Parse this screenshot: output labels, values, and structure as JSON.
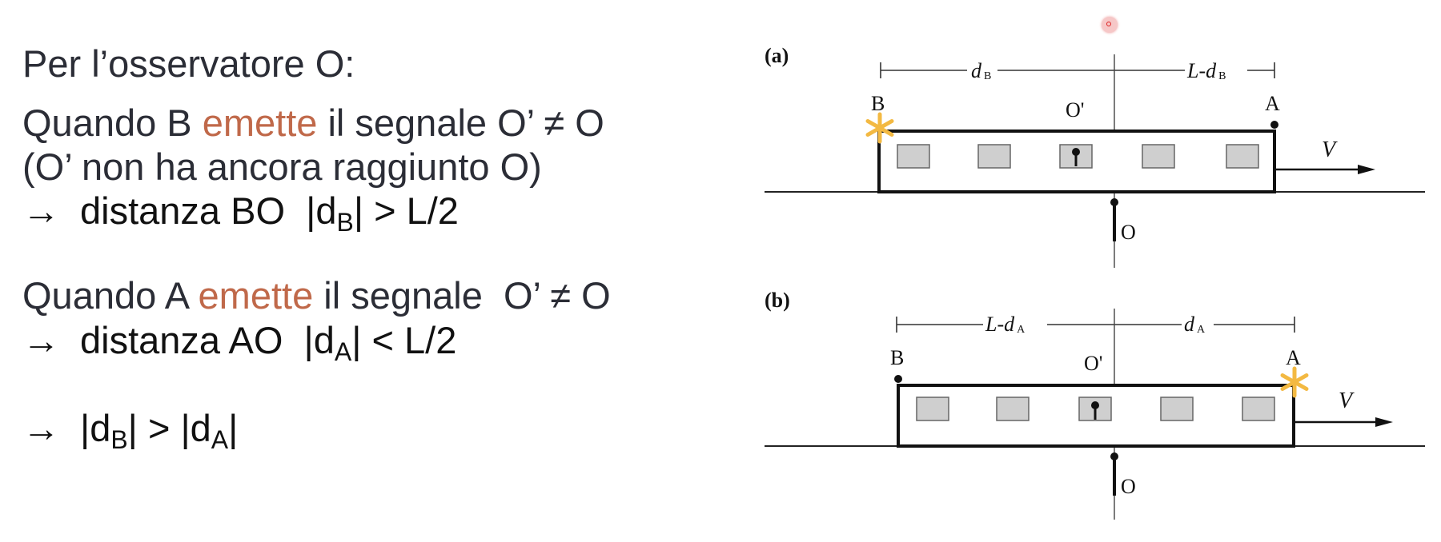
{
  "text": {
    "observer_heading": "Per l’osservatore O:",
    "case_b": {
      "line1_pre": "Quando B ",
      "line1_accent": "emette",
      "line1_post": " il segnale O’ ≠ O",
      "line2": "(O’ non ha ancora raggiunto O)",
      "arrow": "→",
      "line3_pre": "distanza BO  |d",
      "line3_sub": "B",
      "line3_post": "| > L/2"
    },
    "case_a": {
      "line1_pre": "Quando A ",
      "line1_accent": "emette",
      "line1_post": " il segnale  O’ ≠ O",
      "arrow": "→",
      "line2_pre": "distanza AO  |d",
      "line2_sub": "A",
      "line2_post": "| < L/2"
    },
    "conclusion": {
      "arrow": "→",
      "pre": "|d",
      "sub1": "B",
      "mid": "| > |d",
      "sub2": "A",
      "post": "|"
    }
  },
  "figure": {
    "panel_a": {
      "label": "(a)",
      "dim_left": "d",
      "dim_left_sub": "B",
      "dim_right": "L-d",
      "dim_right_sub": "B",
      "point_b": "B",
      "point_a": "A",
      "observer_moving": "O'",
      "observer_ground": "O",
      "velocity": "V",
      "emitter": "B"
    },
    "panel_b": {
      "label": "(b)",
      "dim_left": "L-d",
      "dim_left_sub": "A",
      "dim_right": "d",
      "dim_right_sub": "A",
      "point_b": "B",
      "point_a": "A",
      "observer_moving": "O'",
      "observer_ground": "O",
      "velocity": "V",
      "emitter": "A"
    }
  },
  "colors": {
    "text": "#2b2d36",
    "accent": "#c0694a",
    "star": "#f3b942",
    "window_fill": "#cfcfcf"
  }
}
